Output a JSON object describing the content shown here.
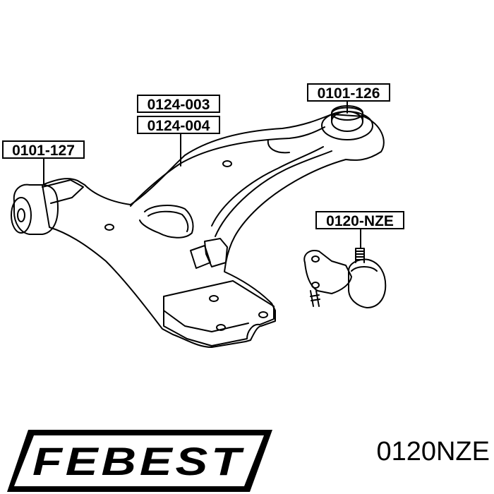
{
  "labels": {
    "bushing_front": "0101-127",
    "bushing_rear_a": "0124-003",
    "bushing_rear_b": "0124-004",
    "bushing_vertical": "0101-126",
    "ball_joint": "0120-NZE"
  },
  "brand": {
    "logo_text": "FEBEST"
  },
  "part_number": "0120NZE",
  "colors": {
    "line": "#000000",
    "background": "#ffffff"
  }
}
